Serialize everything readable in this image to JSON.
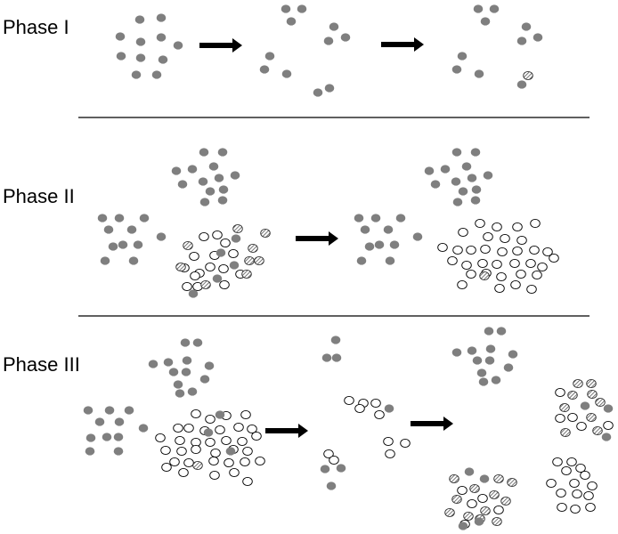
{
  "phases": [
    {
      "label": "Phase I"
    },
    {
      "label": "Phase II"
    },
    {
      "label": "Phase III"
    }
  ],
  "legend_styles": {
    "filled": "gray filled circle",
    "open": "white outlined circle",
    "hatched": "diagonally hatched circle"
  },
  "colors": {
    "filled": "#7f7f7f",
    "outline": "#000000",
    "hatch": "#555555",
    "divider": "#000000",
    "arrow": "#000000"
  }
}
